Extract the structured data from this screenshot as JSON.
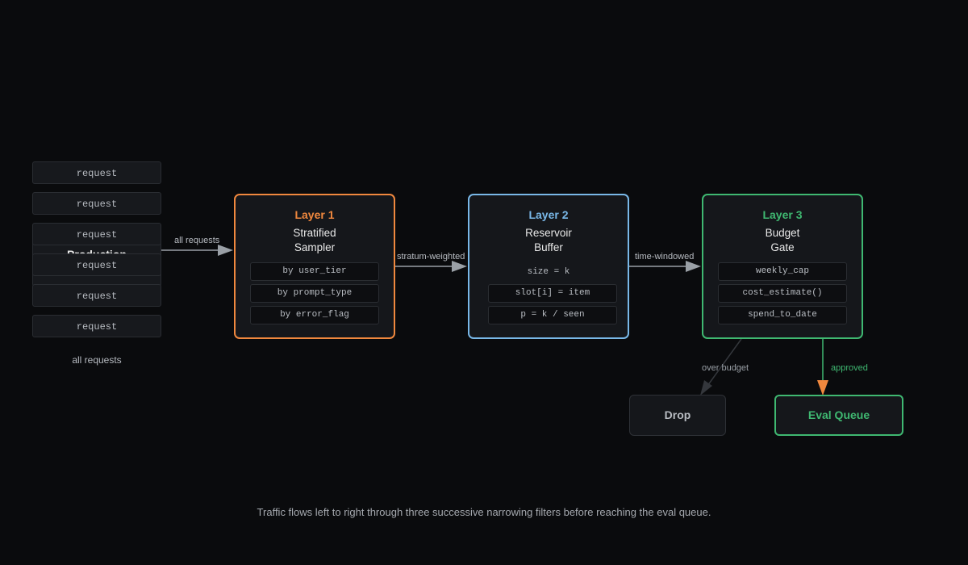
{
  "colors": {
    "background": "#0a0b0d",
    "layer1": "#f0883e",
    "layer2": "#79b8e8",
    "layer3": "#3fb871",
    "arrow": "#9aa0a6",
    "dropArrow": "#3a3d42",
    "approvedArrow": "#f0883e"
  },
  "source": {
    "label": "Production",
    "requests": [
      "request",
      "request",
      "request",
      "request",
      "request",
      "request"
    ],
    "caption": "all requests"
  },
  "layers": [
    {
      "title": "Layer 1",
      "subtitle": "Stratified\nSampler",
      "items": [
        "by user_tier",
        "by prompt_type",
        "by error_flag"
      ]
    },
    {
      "title": "Layer 2",
      "subtitle": "Reservoir\nBuffer",
      "size_text": "size = k",
      "items": [
        "slot[i] = item",
        "p = k / seen"
      ]
    },
    {
      "title": "Layer 3",
      "subtitle": "Budget\nGate",
      "items": [
        "weekly_cap",
        "cost_estimate()",
        "spend_to_date"
      ]
    }
  ],
  "edges": {
    "source_to_l1": "all requests",
    "l1_to_l2": "stratum-weighted",
    "l2_to_l3": "time-windowed",
    "l3_to_drop": "over budget",
    "l3_to_queue": "approved"
  },
  "sinks": {
    "drop": "Drop",
    "queue": "Eval Queue"
  },
  "caption": "Traffic flows left to right through three successive narrowing filters before reaching the eval queue."
}
